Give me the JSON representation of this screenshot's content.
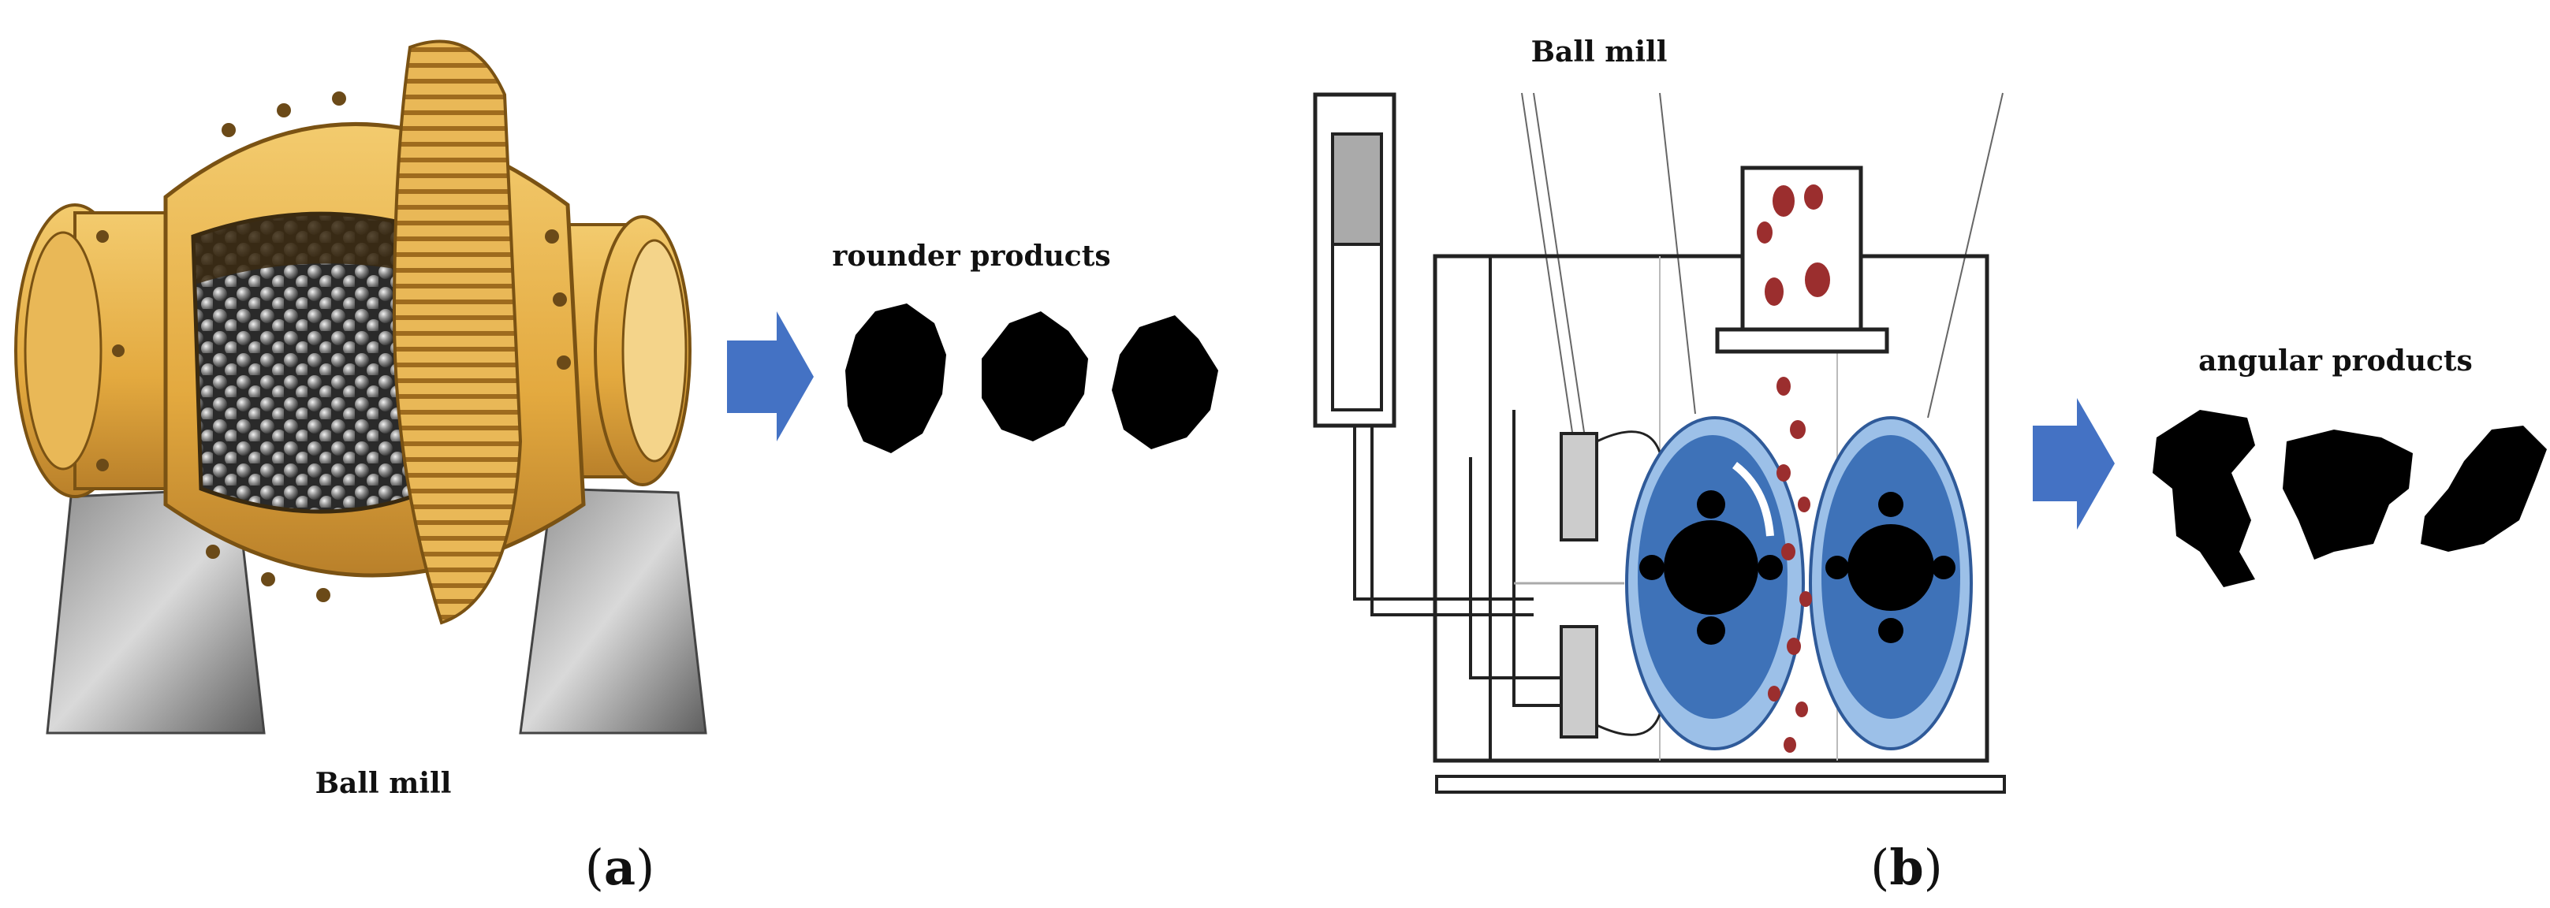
{
  "panel_a": {
    "machine_label": "Ball mill",
    "products_label": "rounder products",
    "panel_open": "(",
    "panel_letter": "a",
    "panel_close": ")"
  },
  "panel_b": {
    "machine_label": "Ball mill",
    "products_label": "angular products",
    "panel_open": "(",
    "panel_letter": "b",
    "panel_close": ")"
  },
  "colors": {
    "arrow": "#4472C4",
    "mill_body": "#E8B24A",
    "roller_outer": "#9CC0E8",
    "roller_inner": "#3E72B8",
    "particle": "#9B2E2E",
    "product": "#000000"
  },
  "icons": [
    "ball-mill-illustration",
    "roller-crusher-schematic",
    "right-arrow-icon",
    "particle-silhouette"
  ]
}
